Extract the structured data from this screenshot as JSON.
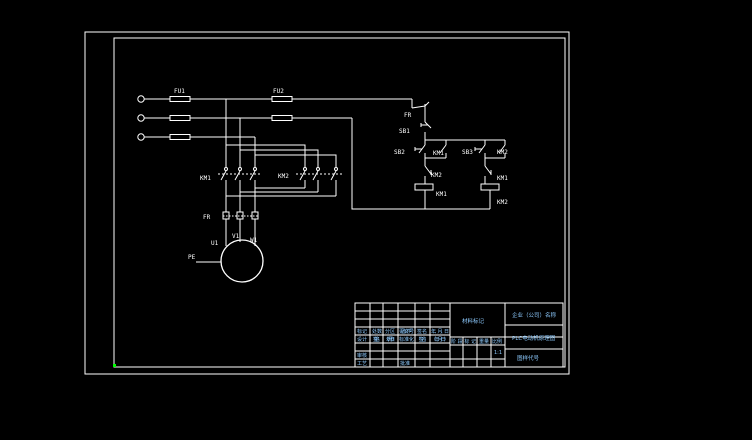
{
  "colors": {
    "background": "#000000",
    "line": "#ffffff",
    "title_block_text": "#8ecbff",
    "marker": "#00ff00"
  },
  "circuit": {
    "labels": {
      "fu1": "FU1",
      "fu2": "FU2",
      "km1_main": "KM1",
      "km2_main": "KM2",
      "fr_main": "FR",
      "u1": "U1",
      "v1": "V1",
      "w1": "W1",
      "pe": "PE",
      "fr_ctrl": "FR",
      "sb1": "SB1",
      "sb2": "SB2",
      "sb3": "SB3",
      "km1_hold": "KM1",
      "km2_hold": "KM2",
      "km2_interlock": "KM2",
      "km1_interlock": "KM1",
      "km1_coil": "KM1",
      "km2_coil": "KM2"
    }
  },
  "title_block": {
    "material_mark": "材料标记",
    "company_name": "企业（公司）名称",
    "drawing_title": "PLC电动机原理图",
    "drawing_code": "图样代号",
    "grid_row3": [
      "标记",
      "处数",
      "分区",
      "更改文件号",
      "签名",
      "年、月、日"
    ],
    "grid_row4": [
      "设计",
      "（签名）",
      "（年月日）",
      "标准化",
      "（签名）",
      "（年月日）"
    ],
    "grid_row5": [
      "审核"
    ],
    "grid_row6": [
      "工艺",
      "批准"
    ],
    "stage_row": [
      "阶段标记",
      "重量",
      "比例"
    ],
    "scale": "1:1"
  }
}
